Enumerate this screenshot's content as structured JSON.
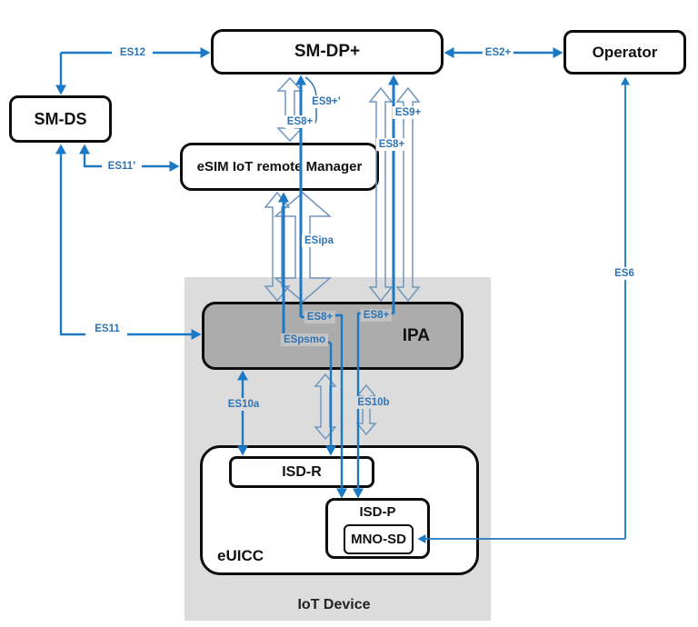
{
  "title": "eSIM IoT remote provisioning architecture diagram",
  "boxes": {
    "sm_dp": "SM-DP+",
    "operator": "Operator",
    "sm_ds": "SM-DS",
    "eim": "eSIM IoT remote Manager",
    "ipa": "IPA",
    "euicc": "eUICC",
    "isd_r": "ISD-R",
    "isd_p": "ISD-P",
    "mno_sd": "MNO-SD",
    "iot_device": "IoT Device"
  },
  "connector_labels": {
    "es12": "ES12",
    "es2p": "ES2+",
    "es9p_prime": "ES9+’",
    "es8p_top": "ES8+",
    "es9p": "ES9+",
    "es8p_right": "ES8+",
    "es11_prime": "ES11’",
    "esipa": "ESipa",
    "es11": "ES11",
    "es8p_ipa_left": "ES8+",
    "es8p_ipa_right": "ES8+",
    "espsmo": "ESpsmo",
    "es10a": "ES10a",
    "es10b": "ES10b",
    "es6": "ES6"
  },
  "colors": {
    "solid": "#1b79c5",
    "hollow": "#7096c0",
    "label": "#2e74b5",
    "ipa_fill": "#acacac",
    "iot_fill": "#dcdcdc",
    "border": "#0d0d0d"
  }
}
